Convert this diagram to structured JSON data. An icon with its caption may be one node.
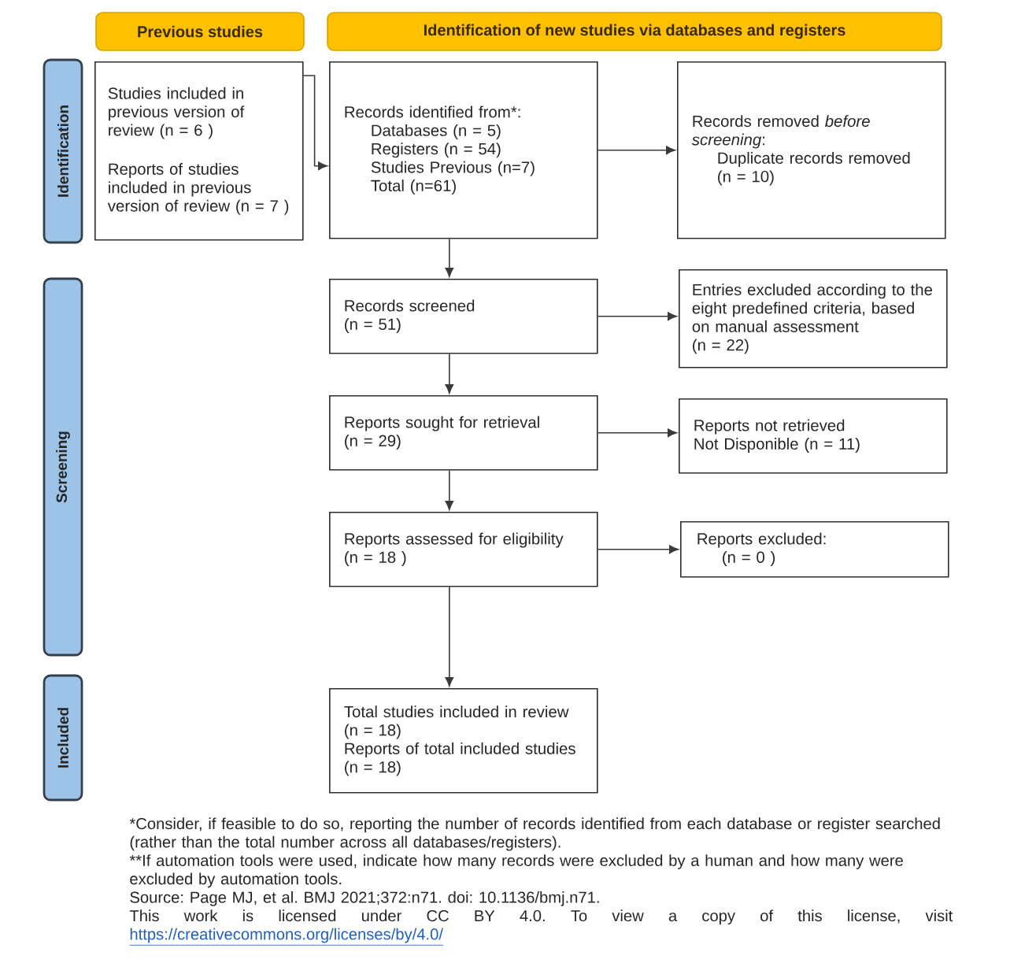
{
  "diagram": {
    "nodes": [
      {
        "text": [
          "Previous studies"
        ]
      },
      {
        "text": [
          "Identification of new studies via databases and registers"
        ]
      },
      {
        "text": [
          "Identification"
        ]
      },
      {
        "text": [
          "Screening"
        ]
      },
      {
        "text": [
          "Included"
        ]
      },
      {
        "text": [
          "Studies included in previous version of review (n = 6 )",
          "Reports of studies included in previous version of review (n = 7 )"
        ]
      },
      {
        "text": [
          "Records identified from*:",
          "Databases (n = 5)",
          "Registers (n = 54)",
          "Studies Previous (n=7)",
          "Total (n=61)"
        ]
      },
      {
        "text": [
          "Records removed *before screening*:",
          "Duplicate records removed (n = 10)"
        ]
      },
      {
        "text": [
          "Records screened",
          "(n = 51)"
        ]
      },
      {
        "text": [
          "Entries excluded according to the eight predefined criteria, based on manual assessment",
          "(n = 22)"
        ]
      },
      {
        "text": [
          "Reports sought for retrieval",
          "(n = 29)"
        ]
      },
      {
        "text": [
          "Reports not retrieved",
          "Not Disponible (n = 11)"
        ]
      },
      {
        "text": [
          "Reports assessed for eligibility",
          "(n = 18 )"
        ]
      },
      {
        "text": [
          "Reports excluded:",
          "(n = 0 )"
        ]
      },
      {
        "text": [
          "Total studies included in review",
          "(n = 18)",
          "Reports of total included studies",
          "(n = 18)"
        ]
      }
    ],
    "edges": [
      {
        "from": 6,
        "to": 7,
        "arrow": "to"
      },
      {
        "from": 6,
        "to": 8,
        "arrow": "to"
      },
      {
        "from": 8,
        "to": 9,
        "arrow": "to"
      },
      {
        "from": 8,
        "to": 10,
        "arrow": "to"
      },
      {
        "from": 10,
        "to": 11,
        "arrow": "to"
      },
      {
        "from": 10,
        "to": 12,
        "arrow": "to"
      },
      {
        "from": 12,
        "to": 13,
        "arrow": "to"
      },
      {
        "from": 12,
        "to": 14,
        "arrow": "to"
      },
      {
        "from": 5,
        "to": 6,
        "arrow": "to"
      }
    ],
    "labels": [
      "*Consider, if feasible to do so, reporting the number of records identified from each database or register searched (rather than the total number across all databases/registers).",
      "**If automation tools were used, indicate how many records were excluded by a human and how many were excluded by automation tools.",
      "Source: Page MJ, et al. BMJ 2021;372:n71. doi: 10.1136/bmj.n71.",
      "This work is licensed under CC BY 4.0. To view a copy of this license, visit",
      "https://creativecommons.org/licenses/by/4.0/"
    ]
  }
}
